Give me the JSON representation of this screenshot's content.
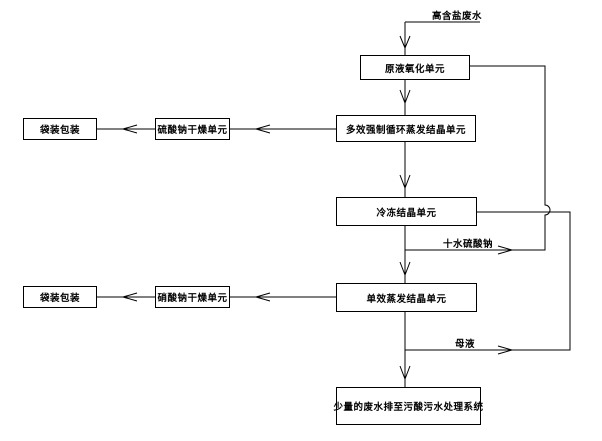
{
  "input_label": "高含盐废水",
  "boxes": {
    "oxidation": "原液氧化单元",
    "multi_effect": "多效强制循环蒸发结晶单元",
    "sulfate_dry": "硫酸钠干燥单元",
    "pack_1": "袋装包装",
    "freeze": "冷冻结晶单元",
    "single_effect": "单效蒸发结晶单元",
    "nitrate_dry": "硝酸钠干燥单元",
    "pack_2": "袋装包装",
    "wastewater": "少量的废水排至污酸污水处理系统"
  },
  "flow_labels": {
    "decahydrate": "十水硫酸钠",
    "mother_liquor": "母液"
  }
}
